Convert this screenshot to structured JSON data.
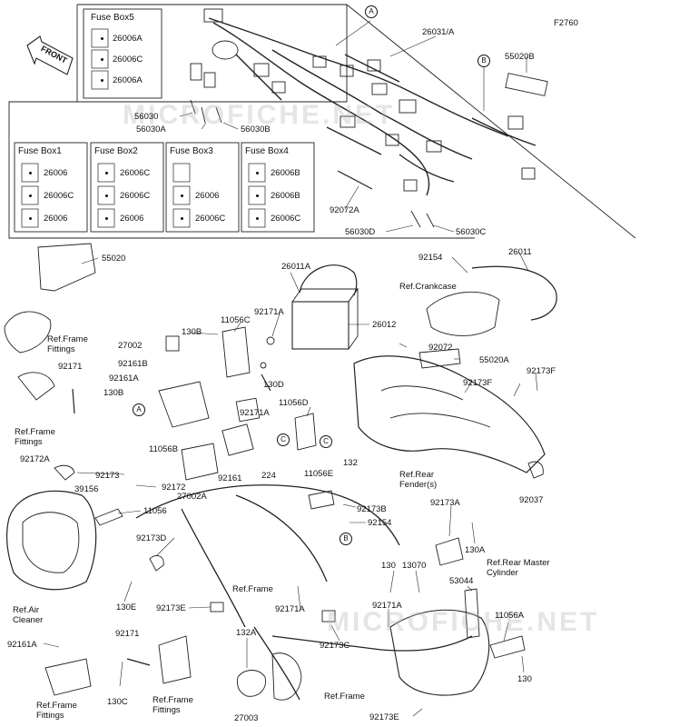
{
  "figure_id": "F2760",
  "watermark": "MICROFICHE.NET",
  "front_label": "FRONT",
  "callouts": {
    "a": "A",
    "b": "B",
    "c": "C"
  },
  "fuse_boxes": [
    {
      "title": "Fuse Box5",
      "items": [
        "26006A",
        "26006C",
        "26006A"
      ]
    },
    {
      "title": "Fuse Box1",
      "items": [
        "26006",
        "26006C",
        "26006"
      ]
    },
    {
      "title": "Fuse Box2",
      "items": [
        "26006C",
        "26006C",
        "26006"
      ]
    },
    {
      "title": "Fuse Box3",
      "items": [
        "",
        "26006",
        "26006C"
      ]
    },
    {
      "title": "Fuse Box4",
      "items": [
        "26006B",
        "26006B",
        "26006C"
      ]
    }
  ],
  "parts": {
    "p26031A": "26031/A",
    "p55020B": "55020B",
    "p56030": "56030",
    "p56030A": "56030A",
    "p56030B": "56030B",
    "p92072A": "92072A",
    "p56030D": "56030D",
    "p56030C": "56030C",
    "p55020": "55020",
    "p92154a": "92154",
    "p26011": "26011",
    "p26011A": "26011A",
    "p26012": "26012",
    "p130Ba": "130B",
    "p11056C": "11056C",
    "p92171Aa": "92171A",
    "p27002": "27002",
    "p92161B": "92161B",
    "p92161A": "92161A",
    "p130Bb": "130B",
    "p130D": "130D",
    "p92171Ab": "92171A",
    "p92171a": "92171",
    "p92072": "92072",
    "p55020A": "55020A",
    "p92173F": "92173F",
    "p92173Fb": "92173F",
    "p11056D": "11056D",
    "p11056B": "11056B",
    "p92161": "92161",
    "p27002A": "27002A",
    "p224": "224",
    "p11056E": "11056E",
    "p132": "132",
    "p92172A": "92172A",
    "p92173a": "92173",
    "p92172": "92172",
    "p39156": "39156",
    "p11056": "11056",
    "p92173B": "92173B",
    "p92154b": "92154",
    "p92173A": "92173A",
    "p130A": "130A",
    "p92037": "92037",
    "p92173D": "92173D",
    "p130E": "130E",
    "p92173E": "92173E",
    "p92171Ac": "92171A",
    "p130": "130",
    "p13070": "13070",
    "p53044": "53044",
    "p11056A": "11056A",
    "p92171Ad": "92171A",
    "p92173C": "92173C",
    "p132A": "132A",
    "p92161Aa": "92161A",
    "p92171b": "92171",
    "p130C": "130C",
    "p27003": "27003",
    "p130b": "130",
    "p92173Eb": "92173E"
  },
  "refs": {
    "frame_fittings_1": "Ref.Frame\nFittings",
    "frame_fittings_2": "Ref.Frame\nFittings",
    "frame_fittings_3": "Ref.Frame\nFittings",
    "frame_fittings_4": "Ref.Frame\nFittings",
    "crankcase": "Ref.Crankcase",
    "rear_fender": "Ref.Rear\nFender(s)",
    "air_cleaner": "Ref.Air\nCleaner",
    "frame_1": "Ref.Frame",
    "frame_2": "Ref.Frame",
    "rear_master": "Ref.Rear Master\nCylinder"
  }
}
